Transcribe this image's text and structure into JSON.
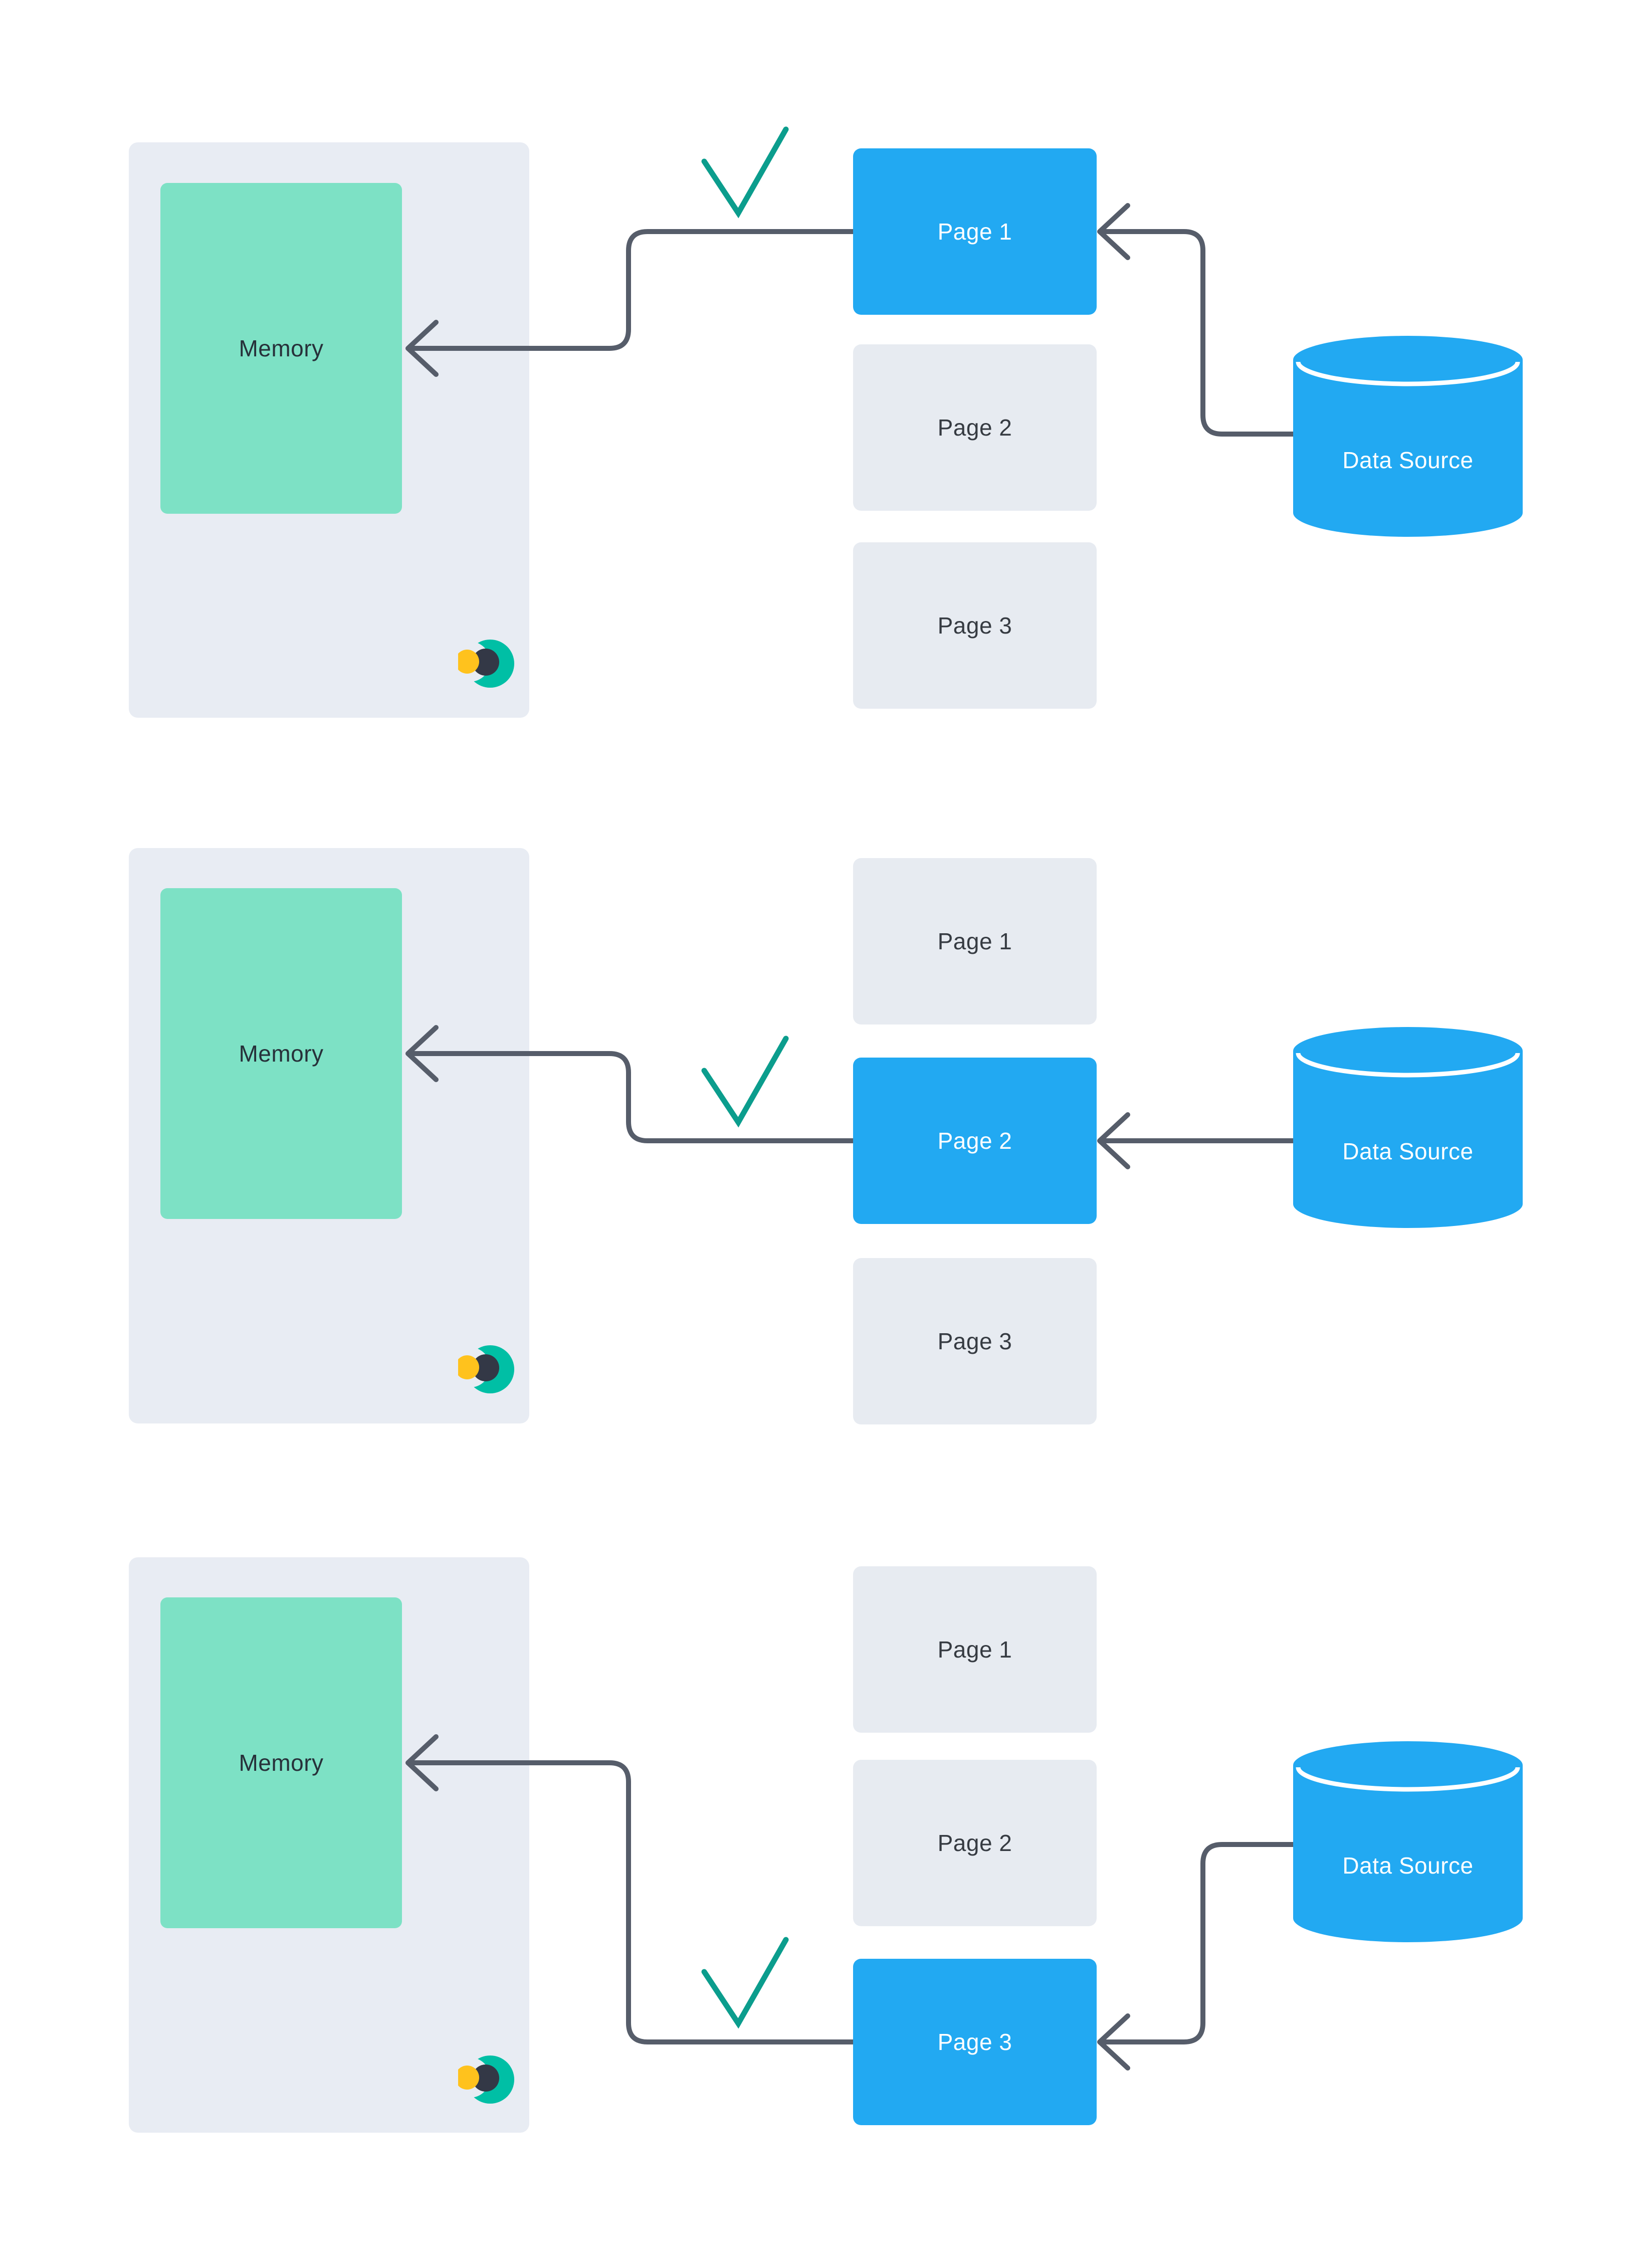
{
  "palette": {
    "active_blue": "#22A9F2",
    "panel_gray": "#E8ECF3",
    "page_gray": "#E7EBF1",
    "memory_teal": "#7DE1C5",
    "arrow_gray": "#565D6A",
    "check_teal": "#0B9D8D",
    "logo_teal": "#00BFA5",
    "logo_navy": "#333846",
    "logo_yellow": "#FFC21D",
    "text_dark": "#27313A",
    "text_light": "#FFFFFF"
  },
  "rows": [
    {
      "memory_label": "Memory",
      "pages": [
        {
          "label": "Page 1",
          "active": true
        },
        {
          "label": "Page 2",
          "active": false
        },
        {
          "label": "Page 3",
          "active": false
        }
      ],
      "datasource_label": "Data Source"
    },
    {
      "memory_label": "Memory",
      "pages": [
        {
          "label": "Page 1",
          "active": false
        },
        {
          "label": "Page 2",
          "active": true
        },
        {
          "label": "Page 3",
          "active": false
        }
      ],
      "datasource_label": "Data Source"
    },
    {
      "memory_label": "Memory",
      "pages": [
        {
          "label": "Page 1",
          "active": false
        },
        {
          "label": "Page 2",
          "active": false
        },
        {
          "label": "Page 3",
          "active": true
        }
      ],
      "datasource_label": "Data Source"
    }
  ]
}
